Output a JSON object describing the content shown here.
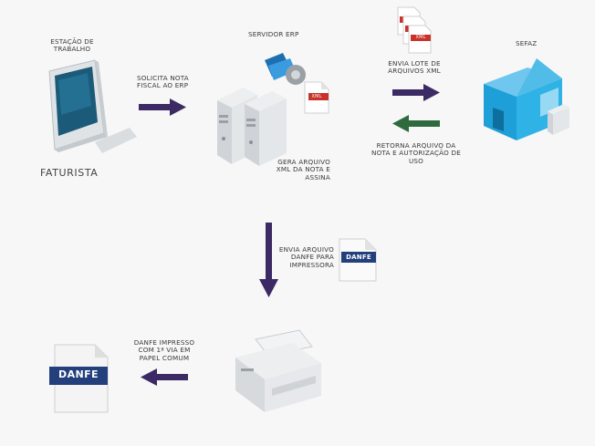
{
  "workstation": {
    "title": "ESTAÇÃO DE TRABALHO",
    "role": "FATURISTA"
  },
  "server": {
    "title": "SERVIDOR ERP",
    "action": "GERA ARQUIVO XML DA NOTA E ASSINA"
  },
  "sefaz": {
    "title": "SEFAZ"
  },
  "steps": {
    "request": "SOLICITA NOTA FISCAL AO ERP",
    "send_batch": "ENVIA LOTE DE ARQUIVOS XML",
    "return": "RETORNA ARQUIVO DA NOTA E AUTORIZAÇÃO DE USO",
    "send_danfe": "ENVIA ARQUIVO DANFE PARA IMPRESSORA",
    "printed": "DANFE IMPRESSO COM 1ª VIA EM PAPEL COMUM"
  },
  "docs": {
    "xml": "XML",
    "danfe": "DANFE"
  },
  "colors": {
    "arrow_purple": "#3b2a63",
    "arrow_green": "#2f6a3e",
    "danfe_blue": "#233f7c",
    "xml_red": "#c8322b",
    "sefaz_blue": "#1e9fd8"
  }
}
